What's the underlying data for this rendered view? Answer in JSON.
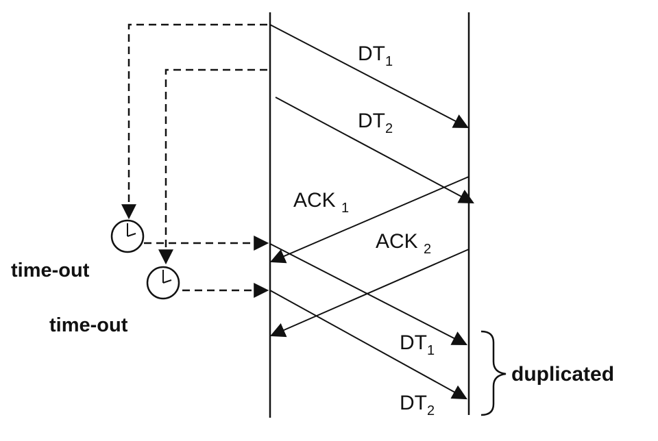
{
  "messages": {
    "dt1_first": {
      "label": "DT",
      "sub": "1"
    },
    "dt2_first": {
      "label": "DT",
      "sub": "2"
    },
    "ack1": {
      "label": "ACK ",
      "sub": "1"
    },
    "ack2": {
      "label": "ACK ",
      "sub": "2"
    },
    "dt1_resent": {
      "label": "DT",
      "sub": "1"
    },
    "dt2_resent": {
      "label": "DT",
      "sub": "2"
    }
  },
  "timeouts": [
    {
      "label": "time-out"
    },
    {
      "label": "time-out"
    }
  ],
  "annotation": {
    "label": "duplicated"
  }
}
